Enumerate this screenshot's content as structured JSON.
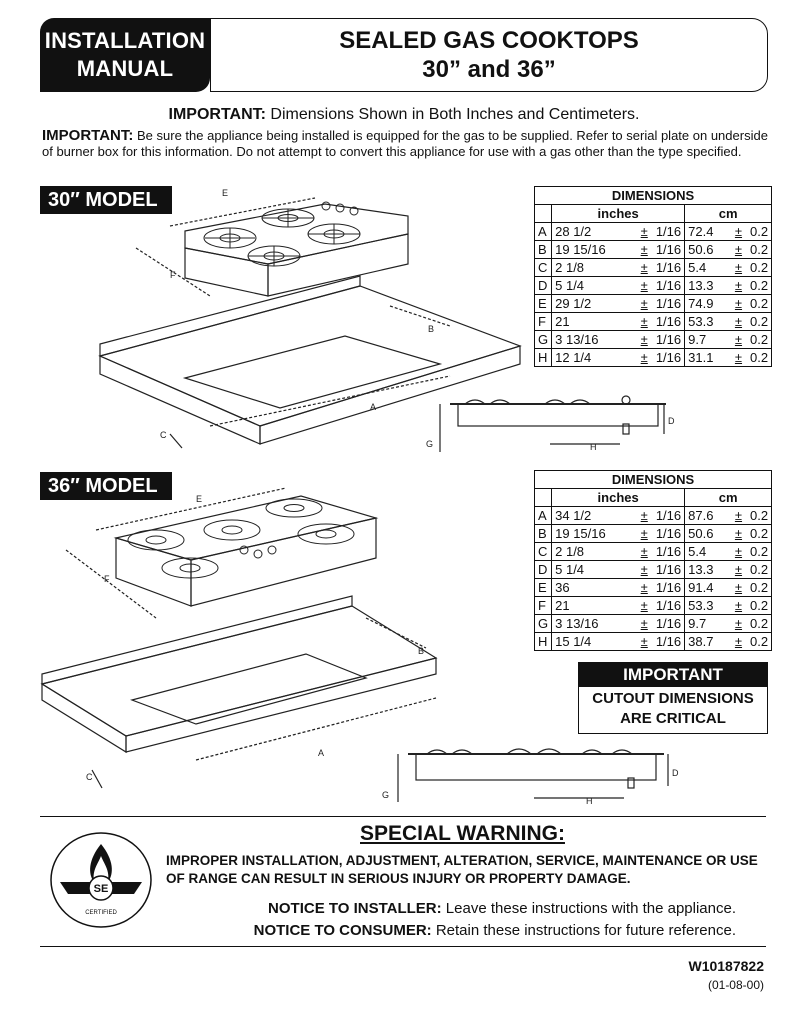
{
  "header": {
    "left_line1": "INSTALLATION",
    "left_line2": "MANUAL",
    "right_line1": "SEALED GAS COOKTOPS",
    "right_line2": "30” and 36”"
  },
  "important1": {
    "label": "IMPORTANT:",
    "text": " Dimensions Shown in Both Inches and Centimeters."
  },
  "important2": {
    "label": "IMPORTANT:",
    "text": " Be sure the appliance being installed is equipped for the gas to be supplied. Refer to serial plate on underside of burner box for this information. Do not attempt to convert this appliance for use with a gas other than the type specified."
  },
  "model30": {
    "tag": "30″ MODEL",
    "table_title": "DIMENSIONS",
    "col_inches": "inches",
    "col_cm": "cm",
    "rows": [
      {
        "l": "A",
        "in": "28 1/2",
        "tol": "1/16",
        "cm": "72.4",
        "ctol": "0.2"
      },
      {
        "l": "B",
        "in": "19 15/16",
        "tol": "1/16",
        "cm": "50.6",
        "ctol": "0.2"
      },
      {
        "l": "C",
        "in": "2 1/8",
        "tol": "1/16",
        "cm": "5.4",
        "ctol": "0.2"
      },
      {
        "l": "D",
        "in": "5 1/4",
        "tol": "1/16",
        "cm": "13.3",
        "ctol": "0.2"
      },
      {
        "l": "E",
        "in": "29 1/2",
        "tol": "1/16",
        "cm": "74.9",
        "ctol": "0.2"
      },
      {
        "l": "F",
        "in": "21",
        "tol": "1/16",
        "cm": "53.3",
        "ctol": "0.2"
      },
      {
        "l": "G",
        "in": "3 13/16",
        "tol": "1/16",
        "cm": "9.7",
        "ctol": "0.2"
      },
      {
        "l": "H",
        "in": "12 1/4",
        "tol": "1/16",
        "cm": "31.1",
        "ctol": "0.2"
      }
    ]
  },
  "model36": {
    "tag": "36″ MODEL",
    "table_title": "DIMENSIONS",
    "col_inches": "inches",
    "col_cm": "cm",
    "rows": [
      {
        "l": "A",
        "in": "34 1/2",
        "tol": "1/16",
        "cm": "87.6",
        "ctol": "0.2"
      },
      {
        "l": "B",
        "in": "19 15/16",
        "tol": "1/16",
        "cm": "50.6",
        "ctol": "0.2"
      },
      {
        "l": "C",
        "in": "2 1/8",
        "tol": "1/16",
        "cm": "5.4",
        "ctol": "0.2"
      },
      {
        "l": "D",
        "in": "5 1/4",
        "tol": "1/16",
        "cm": "13.3",
        "ctol": "0.2"
      },
      {
        "l": "E",
        "in": "36",
        "tol": "1/16",
        "cm": "91.4",
        "ctol": "0.2"
      },
      {
        "l": "F",
        "in": "21",
        "tol": "1/16",
        "cm": "53.3",
        "ctol": "0.2"
      },
      {
        "l": "G",
        "in": "3 13/16",
        "tol": "1/16",
        "cm": "9.7",
        "ctol": "0.2"
      },
      {
        "l": "H",
        "in": "15 1/4",
        "tol": "1/16",
        "cm": "38.7",
        "ctol": "0.2"
      }
    ]
  },
  "pm_symbol": "±",
  "important_box": {
    "title": "IMPORTANT",
    "line1": "CUTOUT DIMENSIONS",
    "line2": "ARE CRITICAL"
  },
  "diagram_labels": {
    "a": "A",
    "b": "B",
    "c": "C",
    "d": "D",
    "e": "E",
    "f": "F",
    "g": "G",
    "h": "H"
  },
  "warning": {
    "title": "SPECIAL WARNING:",
    "text": "IMPROPER INSTALLATION, ADJUSTMENT, ALTERATION, SERVICE, MAINTENANCE OR USE OF RANGE CAN RESULT IN SERIOUS INJURY OR PROPERTY DAMAGE."
  },
  "notice_installer": {
    "label": "NOTICE TO INSTALLER:",
    "text": " Leave these instructions with the appliance."
  },
  "notice_consumer": {
    "label": "NOTICE TO CONSUMER:",
    "text": " Retain these instructions for future reference."
  },
  "logo": {
    "text": "CERTIFIED"
  },
  "part_number": "W10187822",
  "date_code": "(01-08-00)"
}
